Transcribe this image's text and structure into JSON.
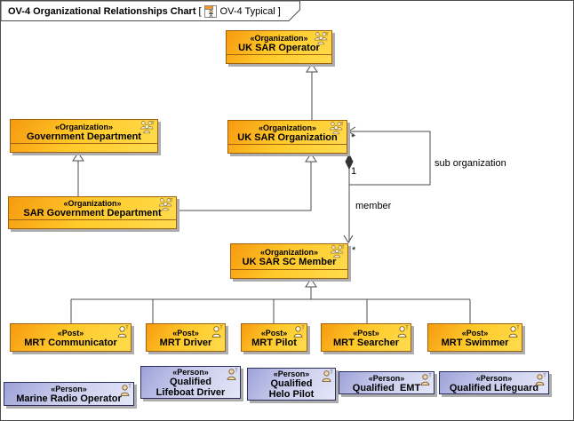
{
  "frame": {
    "title": "OV-4 Organizational Relationships Chart",
    "context_open": "[",
    "context_label": "OV-4 Typical",
    "context_close": "]"
  },
  "nodes": [
    {
      "stereotype": "«Organization»",
      "name": "UK SAR Operator"
    },
    {
      "stereotype": "«Organization»",
      "name": "Government Department"
    },
    {
      "stereotype": "«Organization»",
      "name": "UK SAR Organization"
    },
    {
      "stereotype": "«Organization»",
      "name": "SAR Government Department"
    },
    {
      "stereotype": "«Organization»",
      "name": "UK SAR SC Member"
    },
    {
      "stereotype": "«Post»",
      "name": "MRT Communicator"
    },
    {
      "stereotype": "«Post»",
      "name": "MRT Driver"
    },
    {
      "stereotype": "«Post»",
      "name": "MRT Pilot"
    },
    {
      "stereotype": "«Post»",
      "name": "MRT Searcher"
    },
    {
      "stereotype": "«Post»",
      "name": "MRT Swimmer"
    },
    {
      "stereotype": "«Person»",
      "name": "Marine Radio Operator"
    },
    {
      "stereotype": "«Person»",
      "name": "Qualified\nLifeboat Driver"
    },
    {
      "stereotype": "«Person»",
      "name": "Qualified\nHelo Pilot"
    },
    {
      "stereotype": "«Person»",
      "name": "Qualified  EMT"
    },
    {
      "stereotype": "«Person»",
      "name": "Qualified Lifeguard"
    }
  ],
  "edges": {
    "sub_organization_label": "sub organization",
    "member_label": "member",
    "mult_one": "1",
    "mult_star_sub": "*",
    "mult_star_member": "*"
  },
  "colors": {
    "org_fill_top": "#F69A10",
    "org_fill_bottom": "#FFDC4E",
    "org_border": "#A26011",
    "person_fill_top": "#9CA2D8",
    "person_fill_bottom": "#E4E6F8",
    "person_border": "#2E2E5C",
    "connector": "#4D4D4D",
    "shadow": "#ADADAD"
  }
}
